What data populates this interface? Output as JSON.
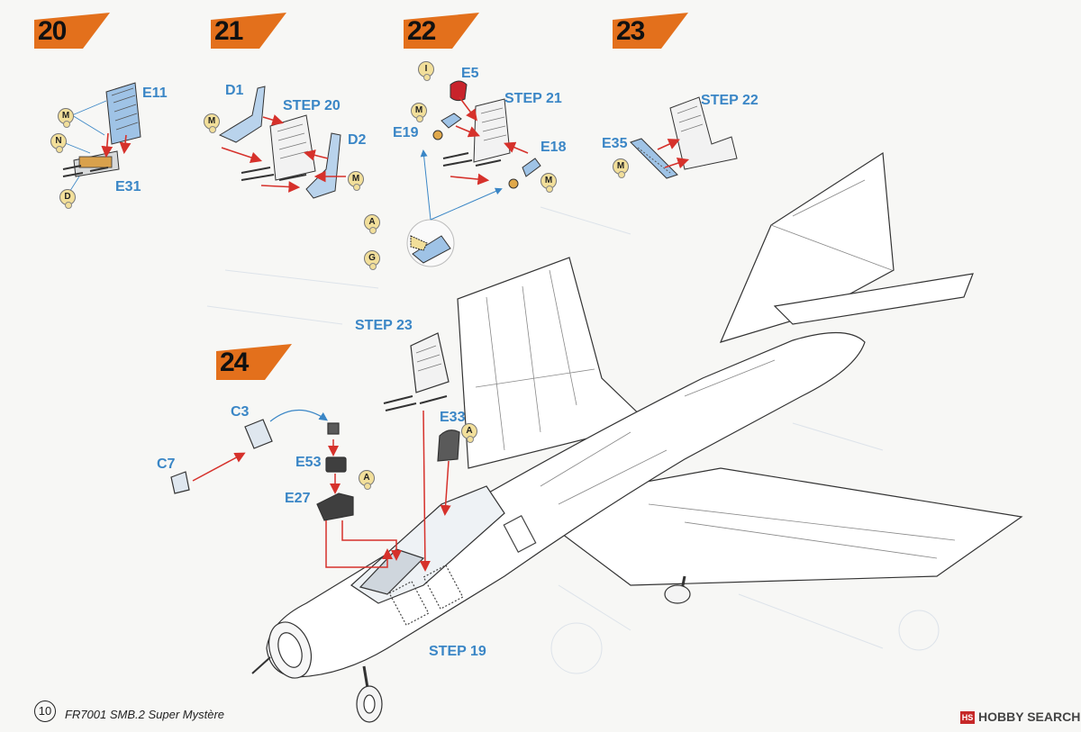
{
  "steps": {
    "s20": "20",
    "s21": "21",
    "s22": "22",
    "s23": "23",
    "s24": "24"
  },
  "labels": {
    "e11": "E11",
    "e31": "E31",
    "d1": "D1",
    "d2": "D2",
    "step20": "STEP 20",
    "e5": "E5",
    "e19": "E19",
    "e18": "E18",
    "step21": "STEP 21",
    "e35": "E35",
    "step22": "STEP 22",
    "step23": "STEP 23",
    "c3": "C3",
    "c7": "C7",
    "e53": "E53",
    "e27": "E27",
    "e33": "E33",
    "step19": "STEP 19"
  },
  "markers": {
    "m": "M",
    "n": "N",
    "d": "D",
    "i": "I",
    "a": "A",
    "g": "G"
  },
  "colors": {
    "tag_orange": "#e3701c",
    "label_blue": "#3a86c6",
    "arrow_red": "#d6312b",
    "part_blue": "#9fc3e6",
    "marker_yellow": "#f2df9a"
  },
  "footer": {
    "page_number": "10",
    "title": "FR7001 SMB.2 Super Mystère",
    "brand_logo": "HS",
    "brand": "HOBBY SEARCH"
  }
}
